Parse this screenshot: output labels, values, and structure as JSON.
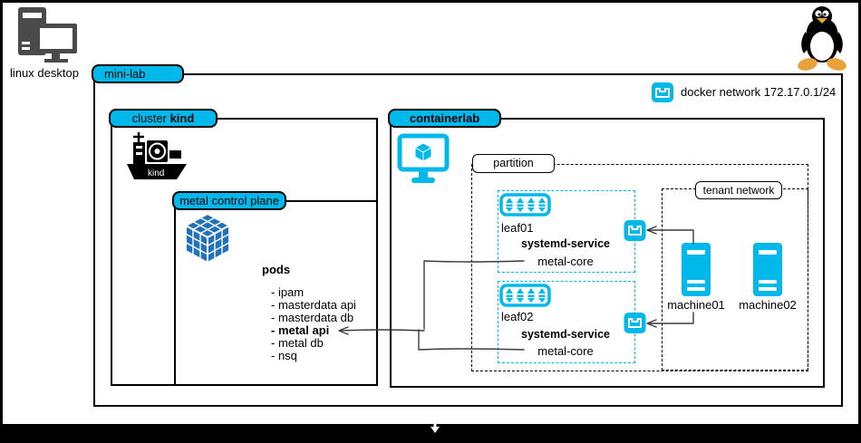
{
  "colors": {
    "cyan": "#00b8ea",
    "cube_blue": "#2272b9",
    "icon_gray": "#4a4a4a",
    "line": "#3c3c3c"
  },
  "desktop": {
    "label": "linux desktop"
  },
  "minilab": {
    "label": "mini-lab"
  },
  "docker_legend": {
    "label": "docker network 172.17.0.1/24"
  },
  "cluster": {
    "label_prefix": "cluster ",
    "label_bold": "kind",
    "ship_label": "kind"
  },
  "control_plane": {
    "label": "metal control plane",
    "pods_title": "pods",
    "pods": [
      "- ipam",
      "- masterdata api",
      "- masterdata db",
      "- metal api",
      "- metal db",
      "- nsq"
    ]
  },
  "containerlab": {
    "label": "containerlab"
  },
  "partition": {
    "label": "partition"
  },
  "tenant_network": {
    "label": "tenant network"
  },
  "leafs": [
    {
      "name": "leaf01",
      "service_title": "systemd-service",
      "service": "metal-core"
    },
    {
      "name": "leaf02",
      "service_title": "systemd-service",
      "service": "metal-core"
    }
  ],
  "machines": [
    {
      "label": "machine01"
    },
    {
      "label": "machine02"
    }
  ],
  "icons": {
    "linux_desktop": "desktop-tower-and-monitor",
    "kind_cluster": "container-ship",
    "pods": "blue-rubik-cube",
    "containerlab": "monitor-with-cube",
    "leaf_switch": "switch-with-ports",
    "docker_network": "ethernet-port-square",
    "machine": "server-tower",
    "top_right": "tux-penguin",
    "bottom_bar": "down-arrow-cursor"
  }
}
